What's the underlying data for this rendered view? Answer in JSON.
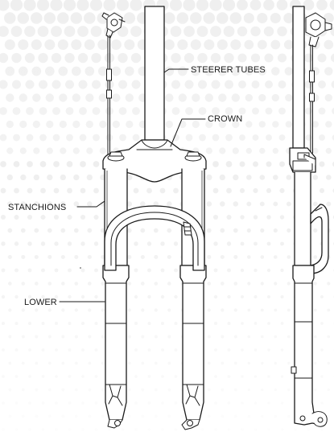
{
  "labels": {
    "steerer_tubes": "STEERER TUBES",
    "crown": "CROWN",
    "stanchions": "STANCHIONS",
    "lower": "LOWER"
  }
}
